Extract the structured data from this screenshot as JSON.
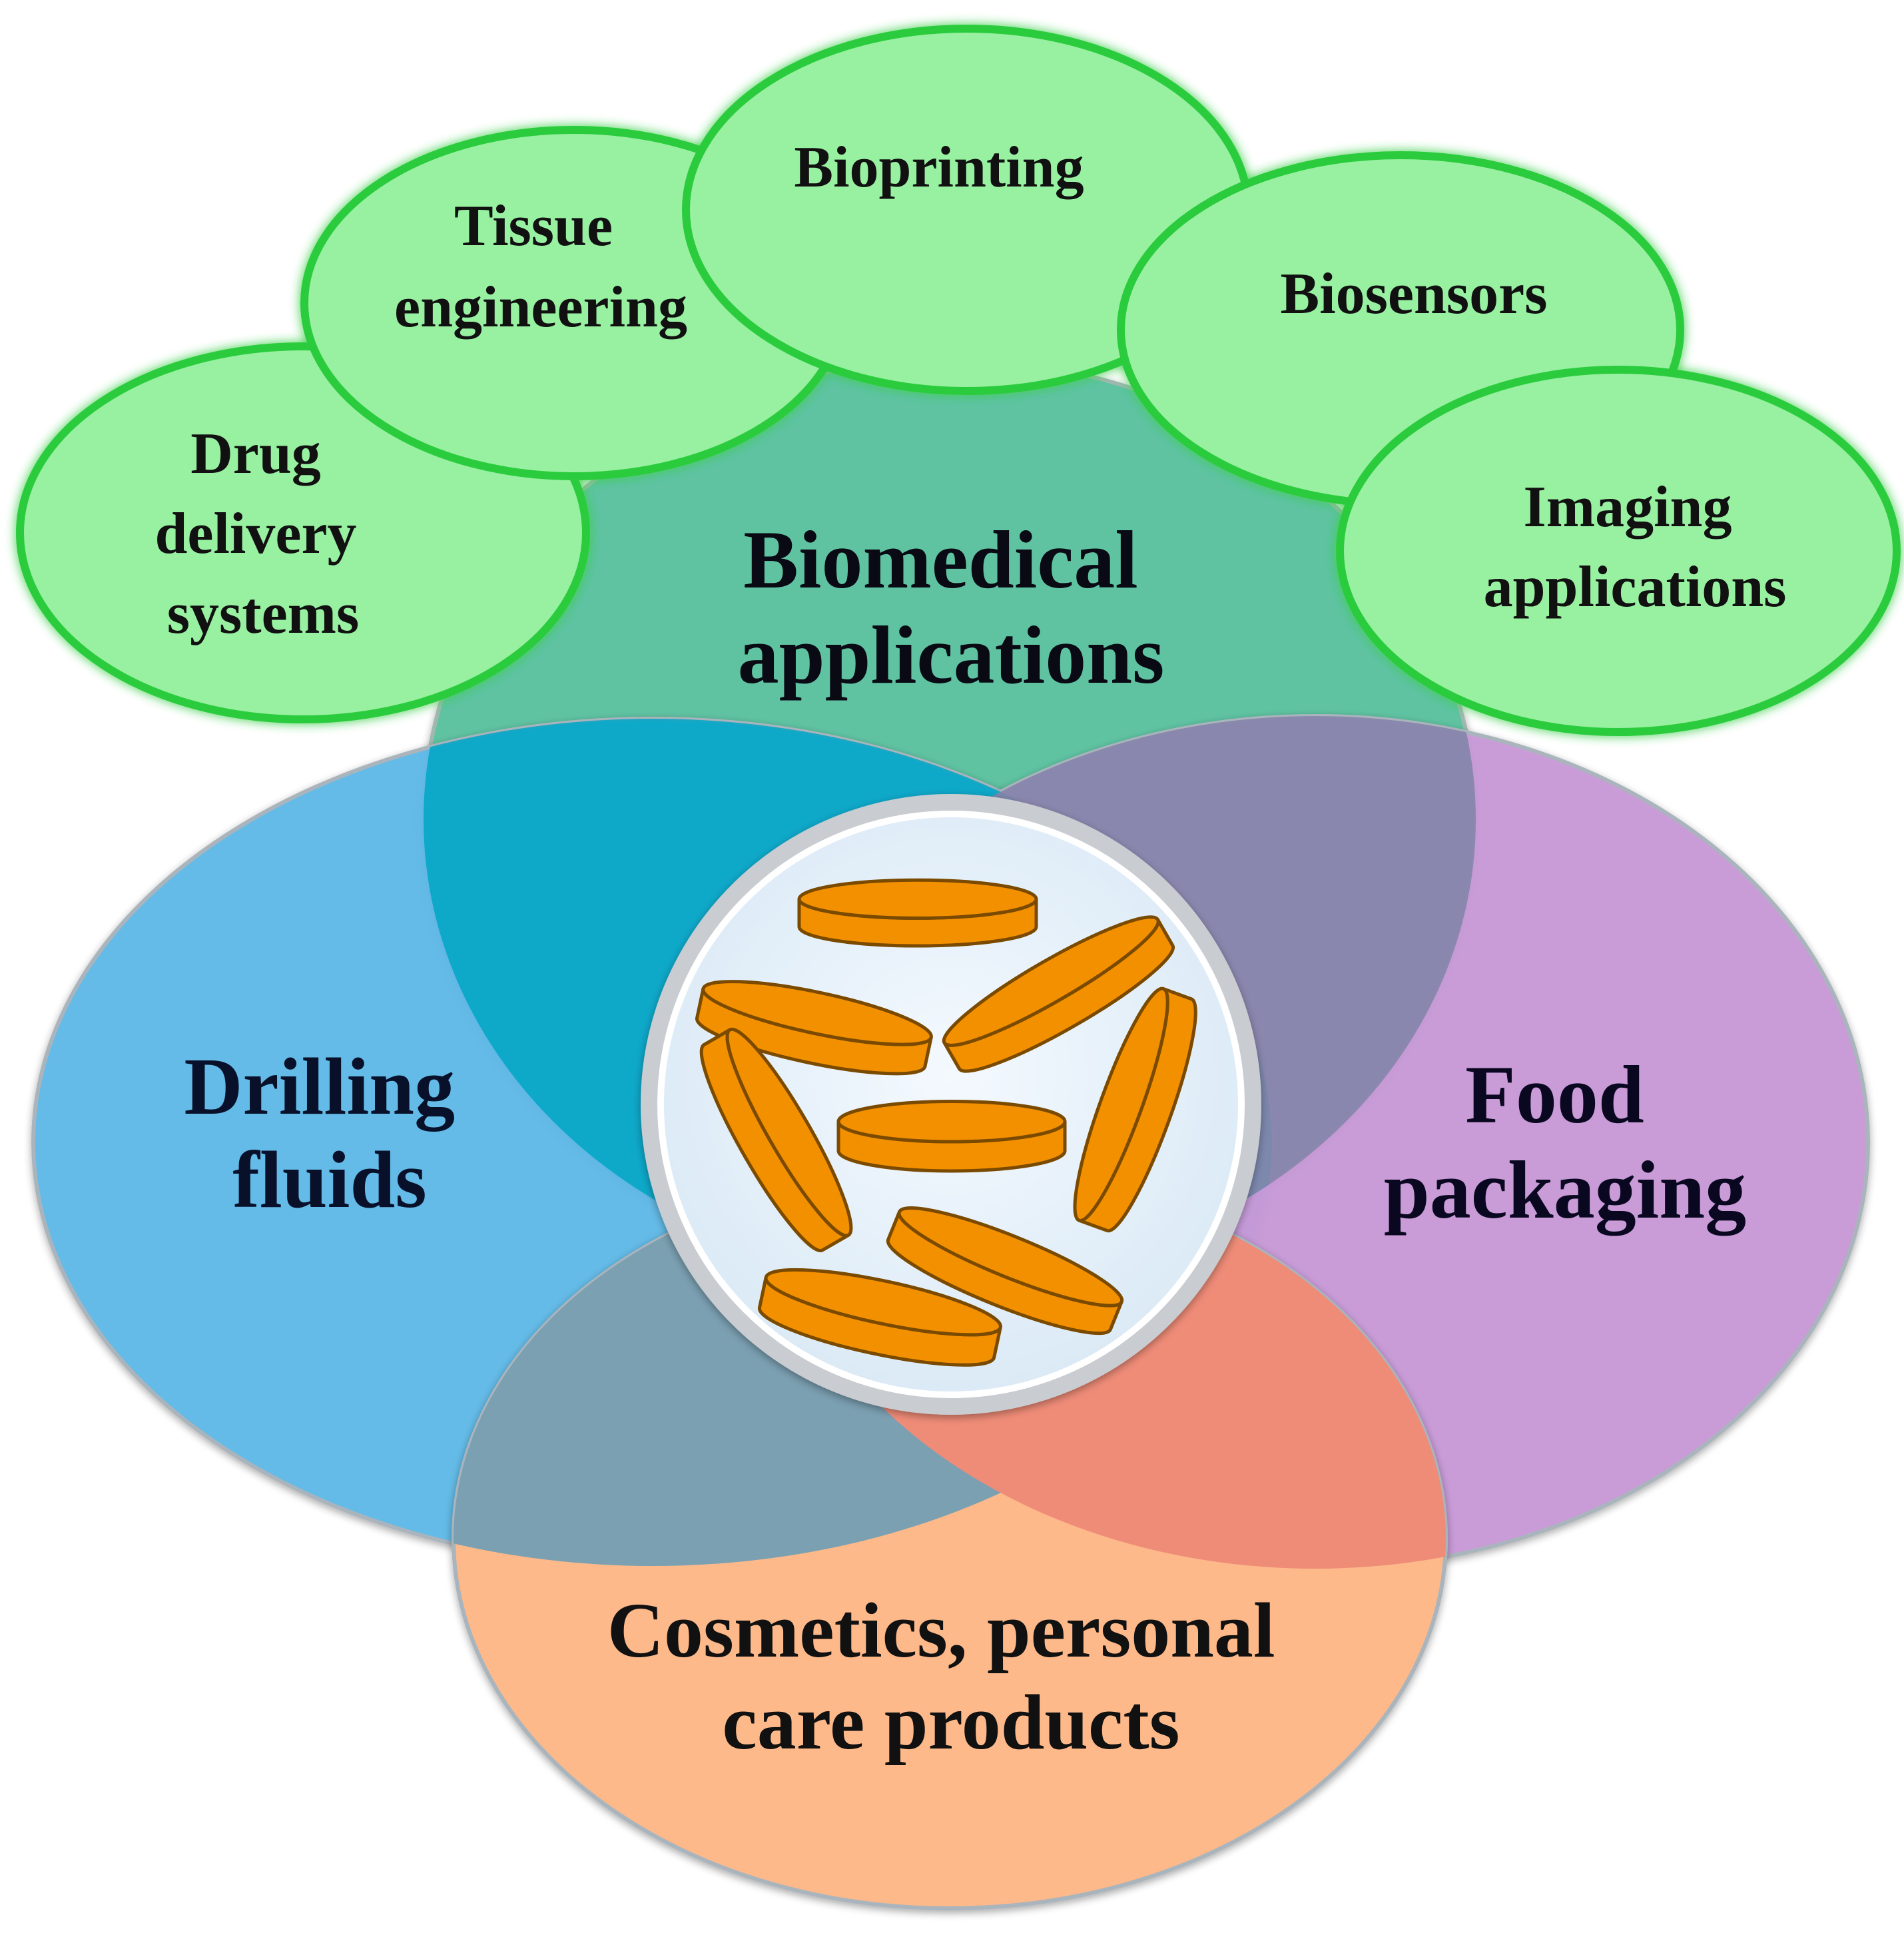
{
  "center_icon": "nanoclay-platelets-icon",
  "categories": {
    "biomedical": {
      "lines": [
        "Biomedical",
        "applications"
      ],
      "color": "#5fc3a2"
    },
    "drilling": {
      "lines": [
        "Drilling",
        "fluids"
      ],
      "color": "#60b9e8"
    },
    "food": {
      "lines": [
        "Food",
        "packaging"
      ],
      "color": "#c89ad8"
    },
    "cosmetics": {
      "lines": [
        "Cosmetics, personal",
        "care products"
      ],
      "color": "#fdb98a"
    }
  },
  "biomedical_sub": [
    {
      "lines": [
        "Drug",
        "delivery",
        "systems"
      ]
    },
    {
      "lines": [
        "Tissue",
        "engineering"
      ]
    },
    {
      "lines": [
        "Bioprinting"
      ]
    },
    {
      "lines": [
        "Biosensors"
      ]
    },
    {
      "lines": [
        "Imaging",
        "applications"
      ]
    }
  ],
  "colors": {
    "sub_fill": "#98f0a1",
    "sub_stroke": "#2ccc3c",
    "platelet_fill": "#f39000",
    "platelet_stroke": "#7a4a00",
    "center_fill": "#e6f2fb"
  }
}
